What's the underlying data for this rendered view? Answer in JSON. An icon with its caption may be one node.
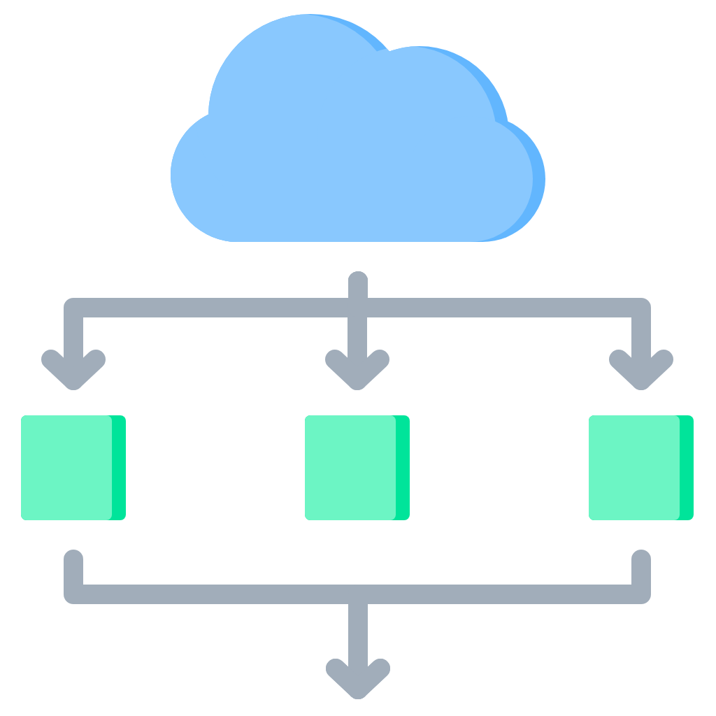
{
  "diagram": {
    "nodes": [
      {
        "text": [],
        "shape": "cloud"
      },
      {
        "text": [],
        "shape": "box"
      },
      {
        "text": [],
        "shape": "box"
      },
      {
        "text": [],
        "shape": "box"
      }
    ],
    "edges": [
      {
        "from": 0,
        "to": 1,
        "arrow": "to"
      },
      {
        "from": 0,
        "to": 2,
        "arrow": "to"
      },
      {
        "from": 0,
        "to": 3,
        "arrow": "to"
      },
      {
        "from": 1,
        "to": null,
        "arrow": "to"
      },
      {
        "from": 3,
        "to": null,
        "arrow": "to"
      }
    ]
  }
}
